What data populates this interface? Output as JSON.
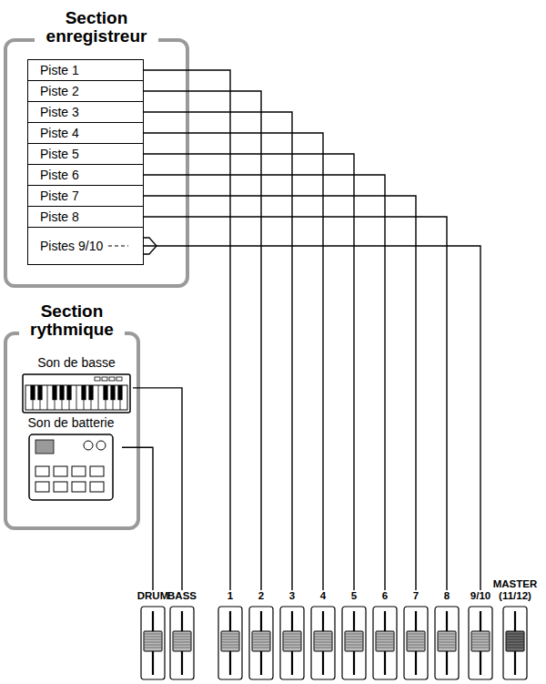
{
  "diagram": {
    "nodes": [
      {
        "text": [
          "Section enregistreur"
        ]
      },
      {
        "text": [
          "Piste 1"
        ],
        "in": 0
      },
      {
        "text": [
          "Piste 2"
        ],
        "in": 0
      },
      {
        "text": [
          "Piste 3"
        ],
        "in": 0
      },
      {
        "text": [
          "Piste 4"
        ],
        "in": 0
      },
      {
        "text": [
          "Piste 5"
        ],
        "in": 0
      },
      {
        "text": [
          "Piste 6"
        ],
        "in": 0
      },
      {
        "text": [
          "Piste 7"
        ],
        "in": 0
      },
      {
        "text": [
          "Piste 8"
        ],
        "in": 0
      },
      {
        "text": [
          "Pistes 9/10"
        ],
        "in": 0
      },
      {
        "text": [
          "Section rythmique"
        ]
      },
      {
        "text": [
          "Son de basse"
        ],
        "in": 10
      },
      {
        "text": [
          "Son de batterie"
        ],
        "in": 10
      },
      {
        "text": [
          "DRUM"
        ]
      },
      {
        "text": [
          "BASS"
        ]
      },
      {
        "text": [
          "1"
        ]
      },
      {
        "text": [
          "2"
        ]
      },
      {
        "text": [
          "3"
        ]
      },
      {
        "text": [
          "4"
        ]
      },
      {
        "text": [
          "5"
        ]
      },
      {
        "text": [
          "6"
        ]
      },
      {
        "text": [
          "7"
        ]
      },
      {
        "text": [
          "8"
        ]
      },
      {
        "text": [
          "9/10"
        ]
      },
      {
        "text": [
          "MASTER (11/12)"
        ]
      }
    ],
    "edges": [
      {
        "from": 1,
        "to": 15,
        "arrow": "none"
      },
      {
        "from": 2,
        "to": 16,
        "arrow": "none"
      },
      {
        "from": 3,
        "to": 17,
        "arrow": "none"
      },
      {
        "from": 4,
        "to": 18,
        "arrow": "none"
      },
      {
        "from": 5,
        "to": 19,
        "arrow": "none"
      },
      {
        "from": 6,
        "to": 20,
        "arrow": "none"
      },
      {
        "from": 7,
        "to": 21,
        "arrow": "none"
      },
      {
        "from": 8,
        "to": 22,
        "arrow": "none"
      },
      {
        "from": 9,
        "to": 23,
        "arrow": "none"
      },
      {
        "from": 11,
        "to": 14,
        "arrow": "none"
      },
      {
        "from": 12,
        "to": 13,
        "arrow": "none"
      }
    ]
  }
}
